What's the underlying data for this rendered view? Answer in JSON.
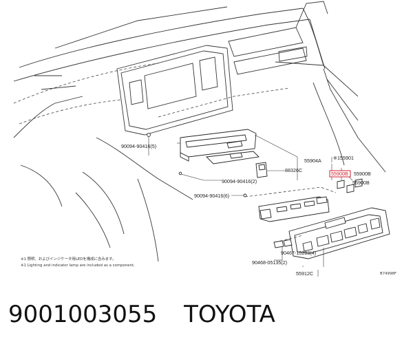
{
  "callouts": {
    "c1": "90094-90416(5)",
    "c2": "55904A",
    "c3": "88326C",
    "c4": "90094-90416(2)",
    "c5": "90094-90416(6)",
    "c6": "※155901",
    "c7": "55900B",
    "c8": "55900B",
    "c9": "55900B",
    "c10": "90467-10203(4)",
    "c11": "90468-05135(2)",
    "c12": "55912C",
    "ref": "B74998F"
  },
  "notes": {
    "jp": "※1 照明、およびインジケータ用LEDを構成に含みます。",
    "en": "※1 Lighting and indicator lamp are included as a component."
  },
  "caption": {
    "part_number": "9001003055",
    "brand": "TOYOTA"
  }
}
